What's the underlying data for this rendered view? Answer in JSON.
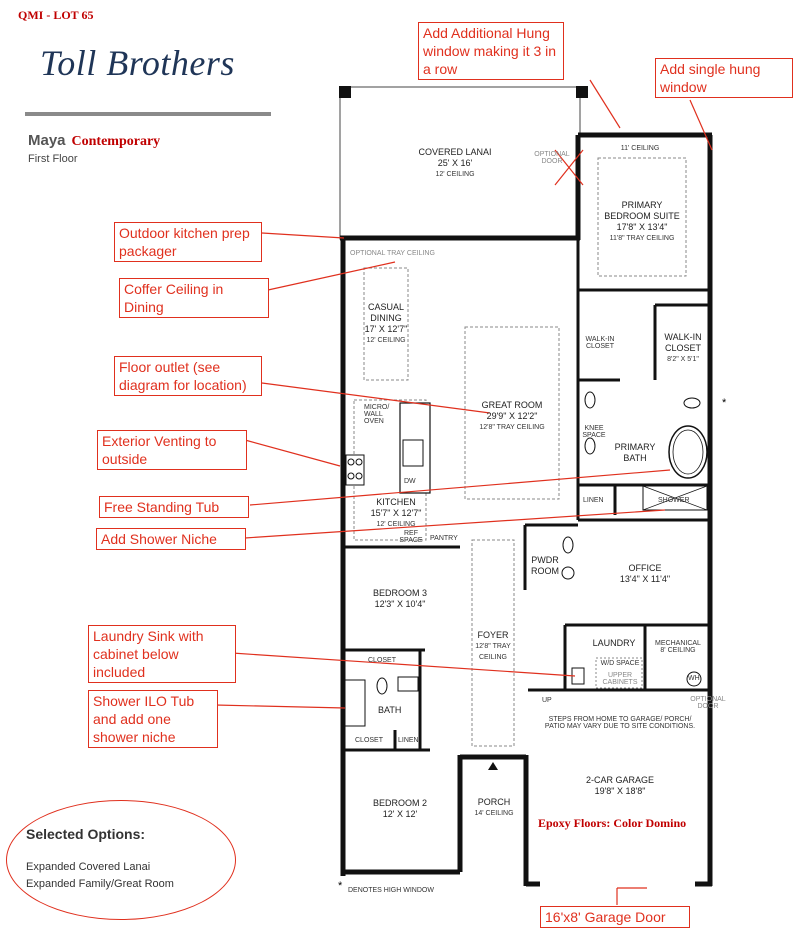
{
  "header": {
    "lot": "QMI - LOT 65",
    "brand": "Toll Brothers",
    "model": "Maya",
    "style": "Contemporary",
    "floor": "First Floor"
  },
  "rooms": {
    "covered_lanai": {
      "name": "COVERED LANAI",
      "size": "25' X 16'",
      "ceiling": "12' CEILING"
    },
    "optional_door_top": "OPTIONAL DOOR",
    "primary_suite": {
      "ceiling_top": "11' CEILING",
      "name": "PRIMARY BEDROOM SUITE",
      "size": "17'8\" X 13'4\"",
      "ceiling": "11'8\" TRAY CEILING"
    },
    "optional_tray": "OPTIONAL TRAY CEILING",
    "casual_dining": {
      "name": "CASUAL DINING",
      "size": "17' X 12'7\"",
      "ceiling": "12' CEILING"
    },
    "great_room": {
      "name": "GREAT ROOM",
      "size": "29'9\" X 12'2\"",
      "ceiling": "12'8\" TRAY CEILING"
    },
    "walkin_closet_1": "WALK-IN CLOSET",
    "walkin_closet_2": {
      "name": "WALK-IN CLOSET",
      "size": "8'2\" X 5'1\""
    },
    "micro_wall_oven": "MICRO/ WALL OVEN",
    "dw": "DW",
    "knee_space": "KNEE SPACE",
    "primary_bath": "PRIMARY BATH",
    "linen": "LINEN",
    "shower": "SHOWER",
    "kitchen": {
      "name": "KITCHEN",
      "size": "15'7\" X 12'7\"",
      "ceiling": "12' CEILING"
    },
    "ref_space": "REF SPACE",
    "pantry": "PANTRY",
    "pwdr_room": "PWDR ROOM",
    "office": {
      "name": "OFFICE",
      "size": "13'4\" X 11'4\""
    },
    "bedroom3": {
      "name": "BEDROOM 3",
      "size": "12'3\" X 10'4\""
    },
    "foyer": {
      "name": "FOYER",
      "ceiling": "12'8\" TRAY CEILING"
    },
    "laundry": "LAUNDRY",
    "mechanical": {
      "name": "MECHANICAL",
      "ceiling": "8' CEILING"
    },
    "wd_space": "W/D SPACE",
    "upper_cabinets": "UPPER CABINETS",
    "wh": "WH",
    "up": "UP",
    "optional_door_garage": "OPTIONAL DOOR",
    "closet_b3": "CLOSET",
    "bath": "BATH",
    "closet": "CLOSET",
    "linen2": "LINEN",
    "steps_note": "STEPS FROM HOME TO GARAGE/ PORCH/ PATIO MAY VARY DUE TO SITE CONDITIONS.",
    "garage": {
      "name": "2-CAR GARAGE",
      "size": "19'8\" X 18'8\""
    },
    "epoxy": "Epoxy Floors: Color Domino",
    "porch": {
      "name": "PORCH",
      "ceiling": "14' CEILING"
    },
    "bedroom2": {
      "name": "BEDROOM 2",
      "size": "12' X 12'"
    },
    "high_window_mark": "*",
    "high_window_note": "DENOTES HIGH WINDOW"
  },
  "annotations": {
    "add_hung": "Add Additional Hung window making it 3 in a row",
    "add_single": "Add single hung window",
    "outdoor_kitchen": "Outdoor kitchen prep packager",
    "coffer": "Coffer Ceiling in Dining",
    "floor_outlet": "Floor outlet (see diagram for location)",
    "venting": "Exterior Venting to outside",
    "tub": "Free Standing Tub",
    "niche": "Add Shower Niche",
    "laundry_sink": "Laundry Sink with cabinet below included",
    "shower_ilo": "Shower ILO Tub and add one shower niche",
    "garage_door": "16'x8' Garage Door"
  },
  "selected_options": {
    "title": "Selected Options:",
    "items": [
      "Expanded Covered Lanai",
      "Expanded Family/Great Room"
    ]
  },
  "colors": {
    "annotation": "#e0301e",
    "brand": "#1f3557",
    "lot": "#c00000"
  }
}
